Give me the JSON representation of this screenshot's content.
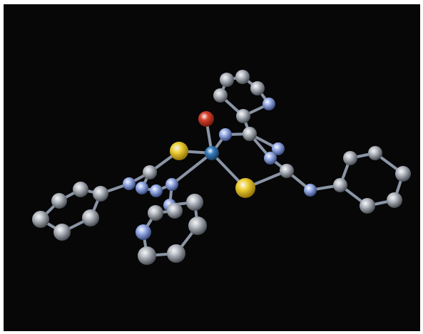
{
  "scene": {
    "background_color": "#070707",
    "frame_color": "#ffffff"
  },
  "palette": {
    "C": {
      "color": "#b9bec6",
      "shade": "#3e4249"
    },
    "N": {
      "color": "#9fb4ec",
      "shade": "#2e3f73"
    },
    "S": {
      "color": "#f0d23a",
      "shade": "#8a6a00"
    },
    "O": {
      "color": "#d8432e",
      "shade": "#6b1508"
    },
    "M": {
      "color": "#3a7fc0",
      "shade": "#123454"
    },
    "bond": "#8a95a6"
  },
  "atoms": [
    {
      "id": "m1",
      "element": "M"
    },
    {
      "id": "o1",
      "element": "O"
    },
    {
      "id": "s1",
      "element": "S"
    },
    {
      "id": "s2",
      "element": "S"
    },
    {
      "id": "cU",
      "element": "C"
    },
    {
      "id": "nU1",
      "element": "N"
    },
    {
      "id": "nU2",
      "element": "N"
    },
    {
      "id": "cT1",
      "element": "C"
    },
    {
      "id": "nT2",
      "element": "N"
    },
    {
      "id": "cT3",
      "element": "C"
    },
    {
      "id": "cT4",
      "element": "C"
    },
    {
      "id": "cT5",
      "element": "C"
    },
    {
      "id": "cT6",
      "element": "C"
    },
    {
      "id": "cR",
      "element": "C"
    },
    {
      "id": "nR1",
      "element": "N"
    },
    {
      "id": "nR2",
      "element": "N"
    },
    {
      "id": "cR1",
      "element": "C"
    },
    {
      "id": "cR2",
      "element": "C"
    },
    {
      "id": "cR3",
      "element": "C"
    },
    {
      "id": "cR4",
      "element": "C"
    },
    {
      "id": "cR5",
      "element": "C"
    },
    {
      "id": "cR6",
      "element": "C"
    },
    {
      "id": "cL",
      "element": "C"
    },
    {
      "id": "nL1",
      "element": "N"
    },
    {
      "id": "nL2",
      "element": "N"
    },
    {
      "id": "nL3",
      "element": "N"
    },
    {
      "id": "nL4",
      "element": "N"
    },
    {
      "id": "cL1",
      "element": "C"
    },
    {
      "id": "cL2",
      "element": "C"
    },
    {
      "id": "cL3",
      "element": "C"
    },
    {
      "id": "cL4",
      "element": "C"
    },
    {
      "id": "cL5",
      "element": "C"
    },
    {
      "id": "cL6",
      "element": "C"
    },
    {
      "id": "nB0",
      "element": "N"
    },
    {
      "id": "cB1",
      "element": "C"
    },
    {
      "id": "cB2",
      "element": "C"
    },
    {
      "id": "cB3",
      "element": "C"
    },
    {
      "id": "cB4",
      "element": "C"
    },
    {
      "id": "nB5",
      "element": "N"
    },
    {
      "id": "cB6",
      "element": "C"
    },
    {
      "id": "cB7",
      "element": "C"
    }
  ],
  "bonds": [
    [
      "m1",
      "o1"
    ],
    [
      "m1",
      "s1"
    ],
    [
      "m1",
      "s2"
    ],
    [
      "m1",
      "nU1"
    ],
    [
      "m1",
      "nL2"
    ],
    [
      "s2",
      "cR"
    ],
    [
      "cR",
      "nR1"
    ],
    [
      "nR1",
      "cU"
    ],
    [
      "cU",
      "nU1"
    ],
    [
      "cU",
      "nU2"
    ],
    [
      "cU",
      "cT1"
    ],
    [
      "cT1",
      "nT2"
    ],
    [
      "nT2",
      "cT3"
    ],
    [
      "cT3",
      "cT4"
    ],
    [
      "cT4",
      "cT5"
    ],
    [
      "cT5",
      "cT6"
    ],
    [
      "cT6",
      "cT1"
    ],
    [
      "cR",
      "nR2"
    ],
    [
      "nR2",
      "cR1"
    ],
    [
      "cR1",
      "cR2"
    ],
    [
      "cR2",
      "cR3"
    ],
    [
      "cR3",
      "cR4"
    ],
    [
      "cR4",
      "cR5"
    ],
    [
      "cR5",
      "cR6"
    ],
    [
      "cR6",
      "cR1"
    ],
    [
      "s1",
      "cL"
    ],
    [
      "cL",
      "nL1"
    ],
    [
      "nL1",
      "nL3"
    ],
    [
      "nL3",
      "nL2"
    ],
    [
      "cL",
      "nL4"
    ],
    [
      "nL4",
      "cL1"
    ],
    [
      "cL1",
      "cL2"
    ],
    [
      "cL2",
      "cL3"
    ],
    [
      "cL3",
      "cL4"
    ],
    [
      "cL4",
      "cL5"
    ],
    [
      "cL5",
      "cL6"
    ],
    [
      "cL6",
      "cL1"
    ],
    [
      "nL2",
      "nB0"
    ],
    [
      "nB0",
      "cB1"
    ],
    [
      "cB1",
      "cB2"
    ],
    [
      "cB2",
      "cB3"
    ],
    [
      "cB3",
      "cB4"
    ],
    [
      "cB4",
      "nB5"
    ],
    [
      "nB5",
      "cB6"
    ],
    [
      "cB6",
      "cB7"
    ],
    [
      "cB7",
      "nB0"
    ]
  ]
}
